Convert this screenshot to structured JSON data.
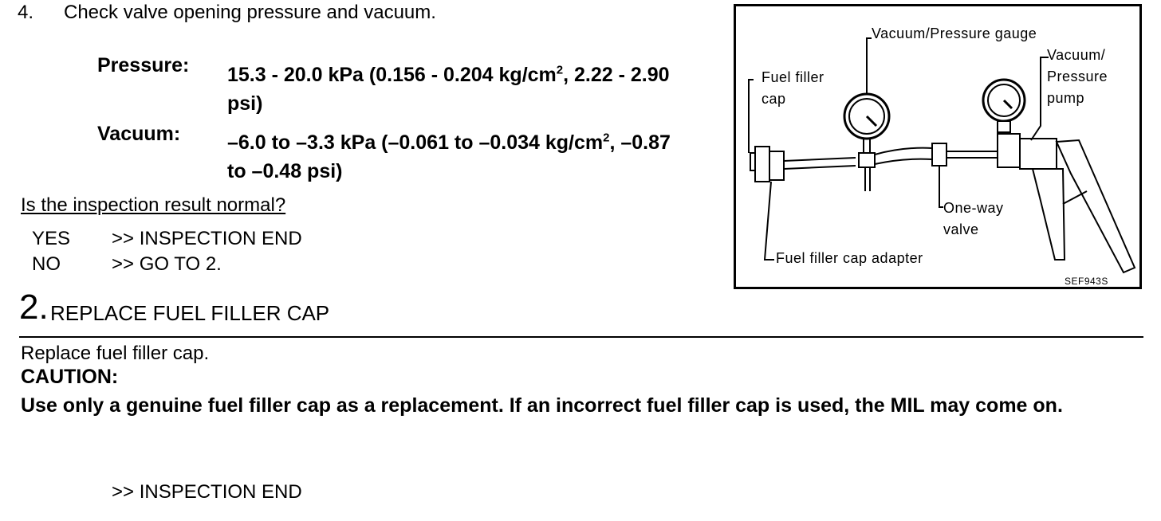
{
  "step1": {
    "number": "4.",
    "title": "Check valve opening pressure and vacuum.",
    "pressure_label": "Pressure:",
    "pressure_value_a": "15.3 - 20.0 kPa (0.156 - 0.204 kg/cm",
    "pressure_sup": "2",
    "pressure_value_b": ", 2.22 - 2.90 psi)",
    "vacuum_label": "Vacuum:",
    "vacuum_value_a": "–6.0 to –3.3 kPa (–0.061 to –0.034 kg/cm",
    "vacuum_sup": "2",
    "vacuum_value_b": ", –0.87 to –0.48 psi)",
    "question": "Is the inspection result normal?",
    "yes_key": "YES",
    "yes_value": ">> INSPECTION END",
    "no_key": "NO",
    "no_value": ">> GO TO 2."
  },
  "step2": {
    "number": "2.",
    "title": "REPLACE FUEL FILLER CAP",
    "instruction": "Replace fuel filler cap.",
    "caution_label": "CAUTION:",
    "caution_text": "Use only a genuine fuel filler cap as a replacement. If an incorrect fuel filler cap is used, the MIL may come on.",
    "end": ">> INSPECTION END"
  },
  "figure": {
    "vp_gauge": "Vacuum/Pressure gauge",
    "vp_pump_1": "Vacuum/",
    "vp_pump_2": "Pressure",
    "vp_pump_3": "pump",
    "fuel_cap_1": "Fuel filler",
    "fuel_cap_2": "cap",
    "one_way_1": "One-way",
    "one_way_2": "valve",
    "adapter": "Fuel filler cap adapter",
    "code": "SEF943S"
  }
}
